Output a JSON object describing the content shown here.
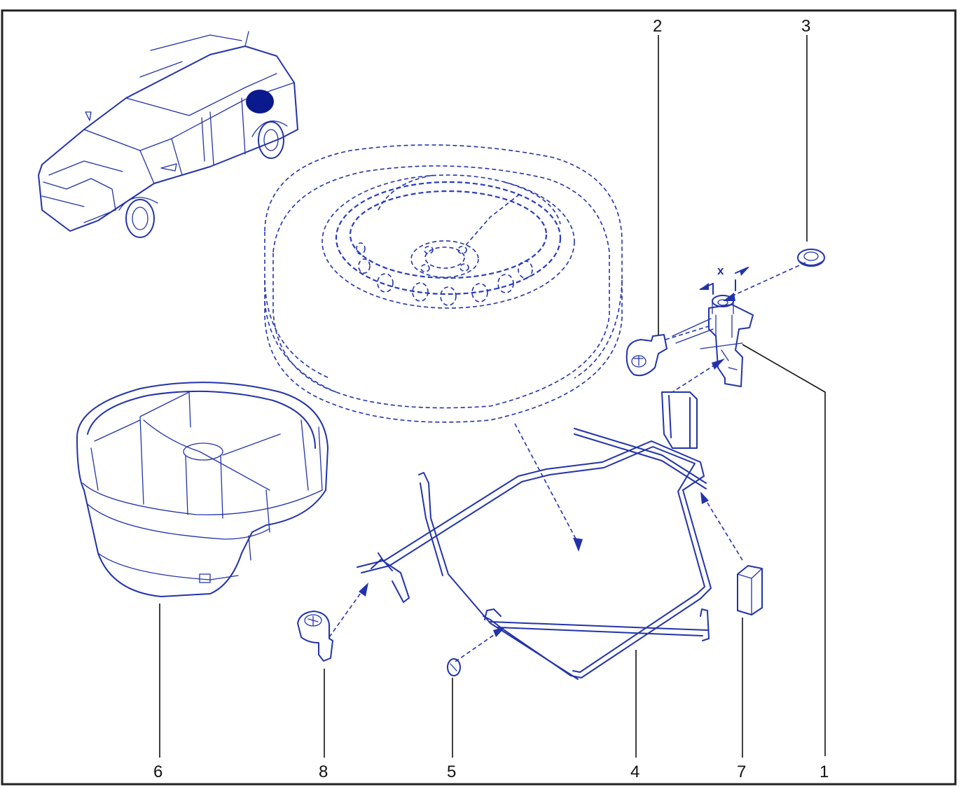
{
  "callouts": [
    {
      "id": "1",
      "label": "1"
    },
    {
      "id": "2",
      "label": "2"
    },
    {
      "id": "3",
      "label": "3"
    },
    {
      "id": "4",
      "label": "4"
    },
    {
      "id": "5",
      "label": "5"
    },
    {
      "id": "6",
      "label": "6"
    },
    {
      "id": "7",
      "label": "7"
    },
    {
      "id": "8",
      "label": "8"
    }
  ],
  "dimension_label": "x",
  "colors": {
    "line": "#2233aa",
    "highlight": "#0a1a8c",
    "leader": "#111111",
    "frame": "#222222"
  }
}
